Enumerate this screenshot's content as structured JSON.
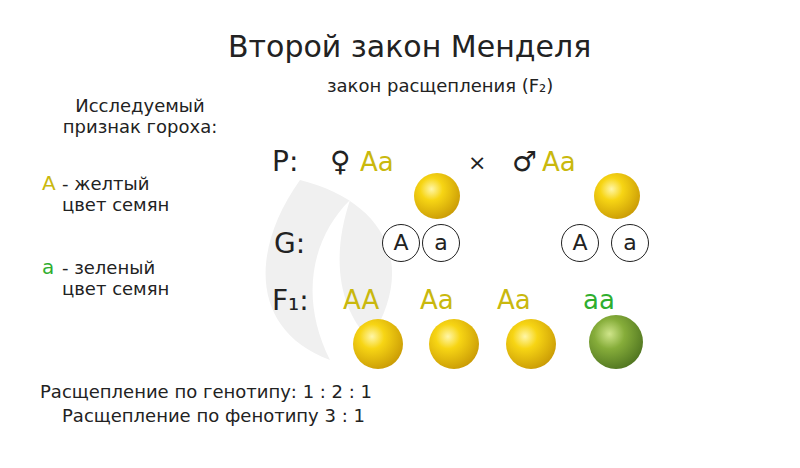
{
  "diagram": {
    "title": "Второй закон Менделя",
    "nodes": [
      {
        "text": [
          "A"
        ]
      },
      {
        "text": [
          "a"
        ]
      },
      {
        "text": [
          "A"
        ]
      },
      {
        "text": [
          "a"
        ]
      }
    ],
    "labels": [
      "закон расщепления (F₂)",
      "Исследуемый признак гороха:",
      "A",
      "- желтый цвет семян",
      "a",
      "- зеленый цвет семян",
      "P:",
      "♀",
      "Aa",
      "×",
      "♂",
      "Aa",
      "G:",
      "F₁:",
      "AA",
      "Aa",
      "Aa",
      "aa",
      "Расщепление по генотипу: 1 : 2 : 1",
      "Расщепление по фенотипу 3 : 1"
    ]
  }
}
